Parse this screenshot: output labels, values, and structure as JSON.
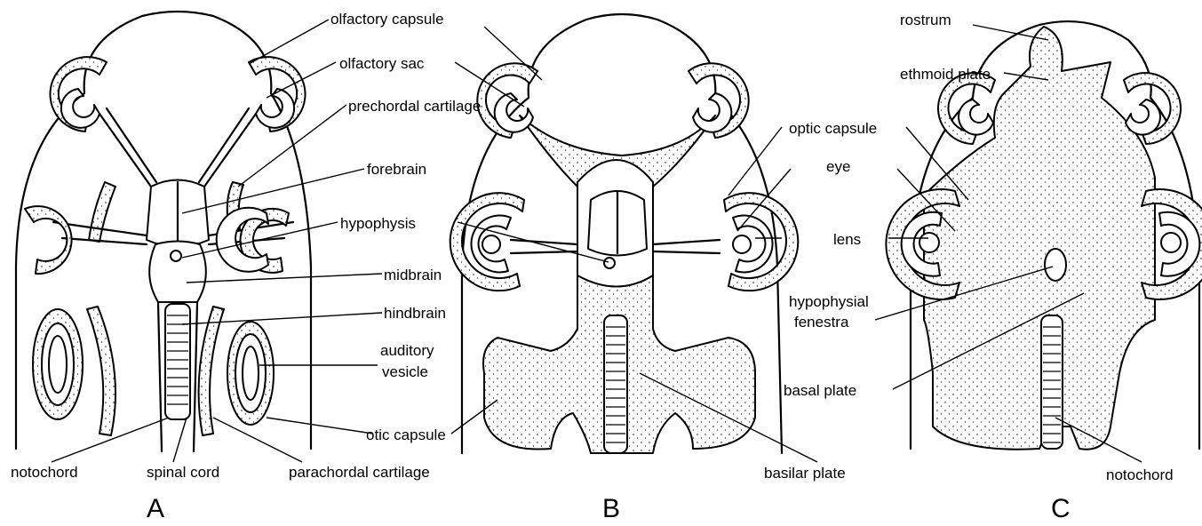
{
  "panels": [
    {
      "letter": "A"
    },
    {
      "letter": "B"
    },
    {
      "letter": "C"
    }
  ],
  "labels": {
    "olfactory_capsule": "olfactory capsule",
    "olfactory_sac": "olfactory sac",
    "prechordal_cartilage": "prechordal cartilage",
    "forebrain": "forebrain",
    "hypophysis": "hypophysis",
    "midbrain": "midbrain",
    "hindbrain": "hindbrain",
    "auditory_vesicle_1": "auditory",
    "auditory_vesicle_2": "vesicle",
    "otic_capsule": "otic capsule",
    "notochord_a": "notochord",
    "spinal_cord": "spinal cord",
    "parachordal_cartilage": "parachordal cartilage",
    "optic_capsule": "optic capsule",
    "eye": "eye",
    "lens": "lens",
    "basilar_plate": "basilar plate",
    "rostrum": "rostrum",
    "ethmoid_plate": "ethmoid plate",
    "hypophysial_fenestra_1": "hypophysial",
    "hypophysial_fenestra_2": "fenestra",
    "basal_plate": "basal plate",
    "notochord_c": "notochord"
  }
}
